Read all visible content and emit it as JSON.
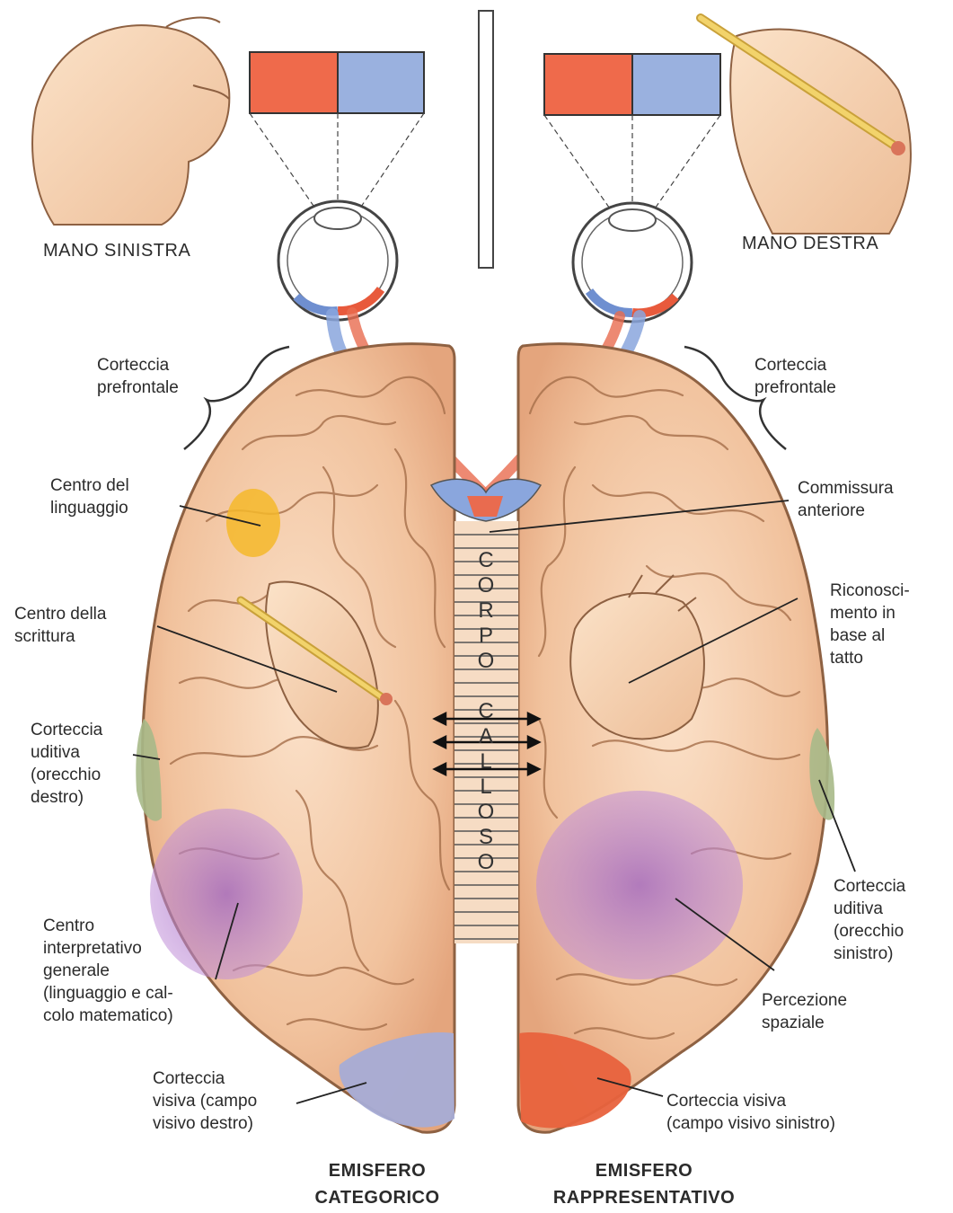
{
  "hands": {
    "left": "MANO SINISTRA",
    "right": "MANO DESTRA"
  },
  "labels": {
    "prefrontal_left": "Corteccia\nprefrontale",
    "prefrontal_right": "Corteccia\nprefrontale",
    "language_center": "Centro del\nlinguaggio",
    "writing_center": "Centro della\nscrittura",
    "auditory_left": "Corteccia\nuditiva\n(orecchio\ndestro)",
    "interpretive_center": "Centro\ninterpretativo\ngenerale\n(linguaggio e cal-\ncolo matematico)",
    "visual_left": "Corteccia\nvisiva (campo\nvisivo destro)",
    "anterior_commissure": "Commissura\nanteriore",
    "tactile_recognition": "Riconosci-\nmento in\nbase al\ntatto",
    "auditory_right": "Corteccia\nuditiva\n(orecchio\nsinistro)",
    "spatial_perception": "Percezione\nspaziale",
    "visual_right": "Corteccia visiva\n(campo visivo sinistro)"
  },
  "corpus_callosum": [
    "C",
    "O",
    "R",
    "P",
    "O",
    " ",
    "C",
    "A",
    "L",
    "L",
    "O",
    "S",
    "O"
  ],
  "hemispheres": {
    "left": "EMISFERO\nCATEGORICO",
    "right": "EMISFERO\nRAPPRESENTATIVO"
  },
  "colors": {
    "brain": "#f2c7a4",
    "brain_edge": "#9a6a4a",
    "red_field": "#ef6a4b",
    "blue_field": "#9ab1df",
    "language_yellow": "#f5b82a",
    "auditory_green": "#a7b988",
    "interpretive_purple": "#b07ccc",
    "visual_blue": "#a6acd6",
    "visual_red": "#e8623d"
  }
}
